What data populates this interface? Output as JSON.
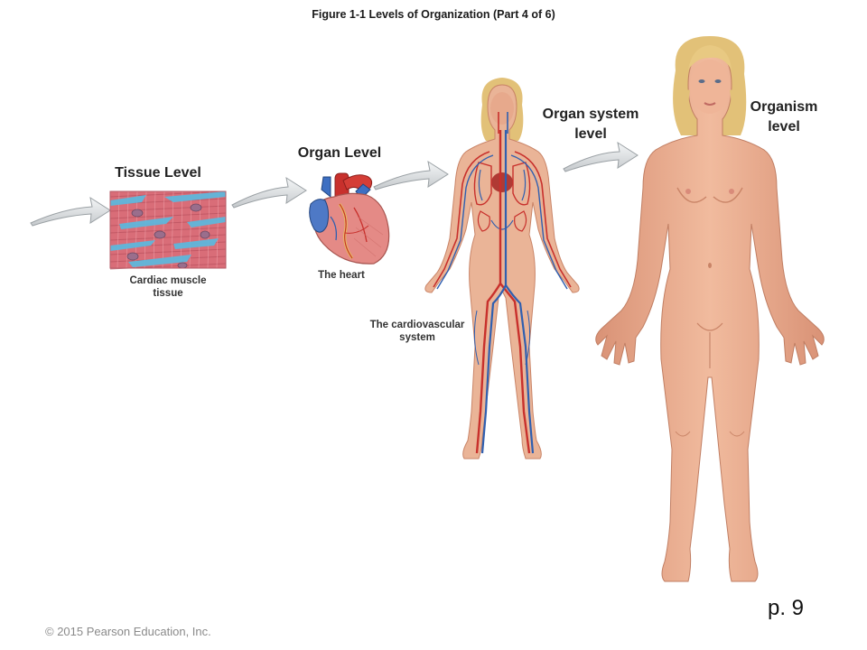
{
  "figure_title": "Figure 1-1 Levels of Organization (Part 4 of 6)",
  "levels": {
    "tissue": {
      "label": "Tissue Level",
      "caption": "Cardiac muscle tissue"
    },
    "organ": {
      "label": "Organ Level",
      "caption": "The heart"
    },
    "organ_system": {
      "label": "Organ system level",
      "caption": "The cardiovascular system"
    },
    "organism": {
      "label": "Organism level"
    }
  },
  "page_number": "p. 9",
  "copyright": "© 2015 Pearson Education, Inc.",
  "colors": {
    "skin": "#e8a98a",
    "skin_shadow": "#c98467",
    "hair": "#e2c178",
    "artery": "#c8302c",
    "vein": "#2f5fb0",
    "muscle": "#e07f88",
    "cell_fluid": "#5fb7dc",
    "arrow": "#d9dde0"
  },
  "icons": [
    "arrow-right-icon"
  ]
}
